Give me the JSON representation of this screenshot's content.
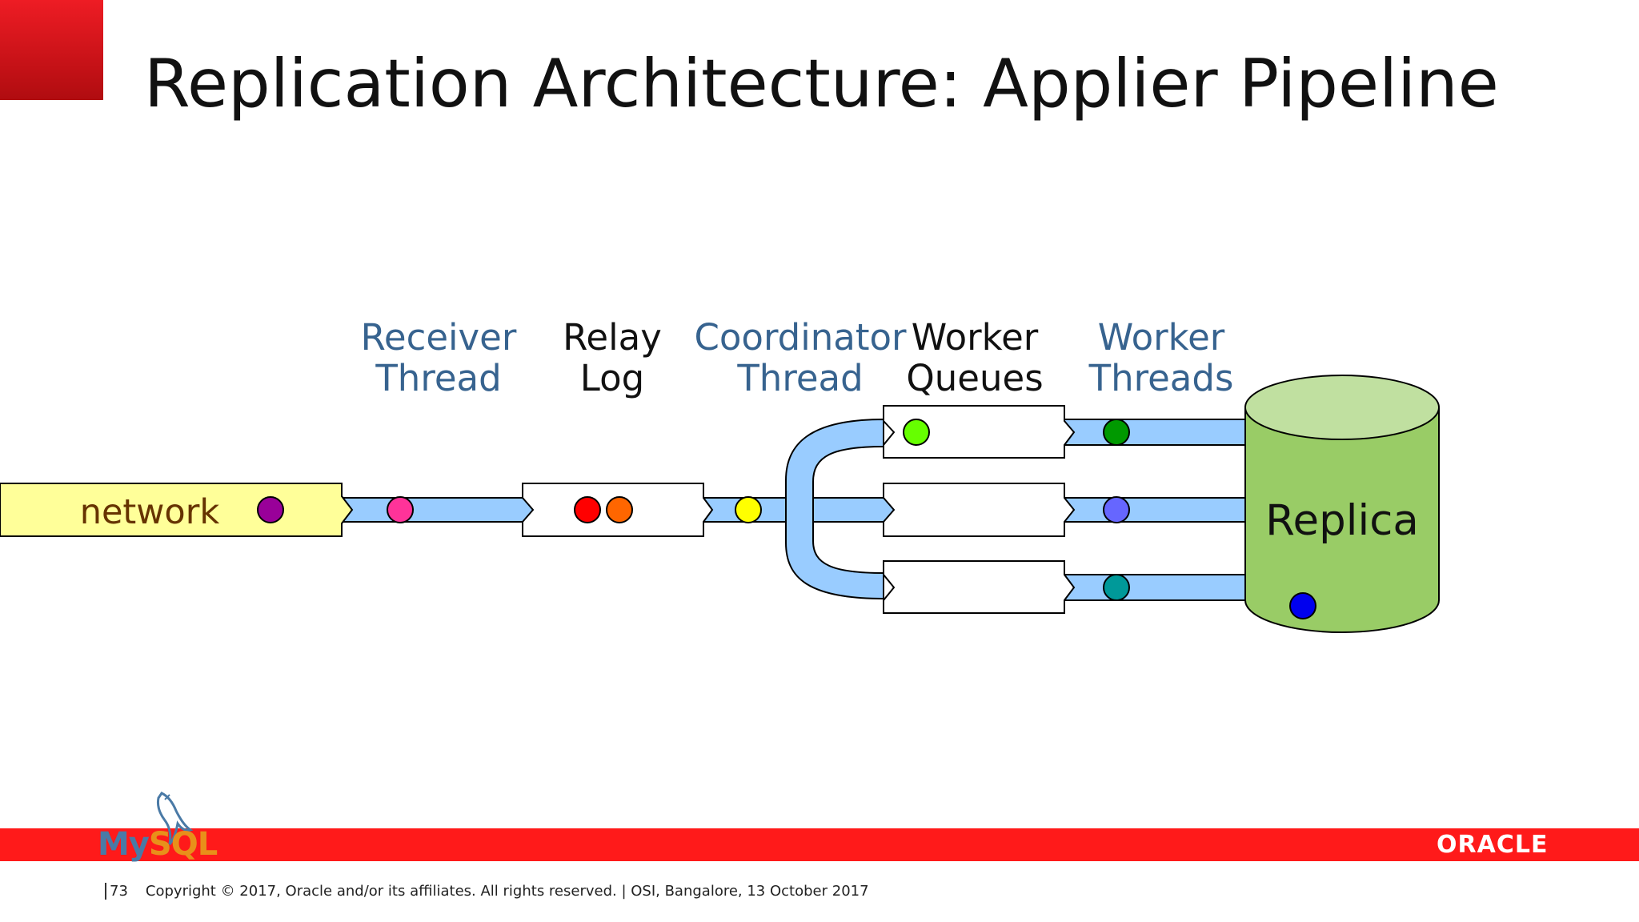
{
  "slide": {
    "title": "Replication Architecture: Applier Pipeline",
    "page_number": "73",
    "footer": "Copyright © 2017, Oracle and/or its affiliates. All rights reserved. | OSI, Bangalore, 13 October 2017"
  },
  "labels": {
    "receiver": [
      "Receiver",
      "Thread"
    ],
    "relay": [
      "Relay",
      "Log"
    ],
    "coordinator": [
      "Coordinator",
      "Thread"
    ],
    "worker_queues": [
      "Worker",
      "Queues"
    ],
    "worker_threads": [
      "Worker",
      "Threads"
    ]
  },
  "nodes": {
    "network": "network",
    "replica": "Replica"
  },
  "logos": {
    "mysql_my": "My",
    "mysql_sql": "SQL",
    "oracle": "ORACLE"
  },
  "colors": {
    "accent_red": "#ff1a1a",
    "pipe": "#99ccff",
    "label_blue": "#37638f",
    "network_fill": "#ffff99",
    "replica_fill": "#99cc66",
    "replica_top": "#c0e0a0",
    "dots": {
      "network": "#990099",
      "receiver": "#ff3399",
      "relay_1": "#ff0000",
      "relay_2": "#ff6600",
      "coordinator": "#ffff00",
      "queue_1": "#66ff00",
      "worker_1": "#009900",
      "worker_2": "#6666ff",
      "worker_3": "#009999",
      "replica": "#0000ee"
    }
  }
}
